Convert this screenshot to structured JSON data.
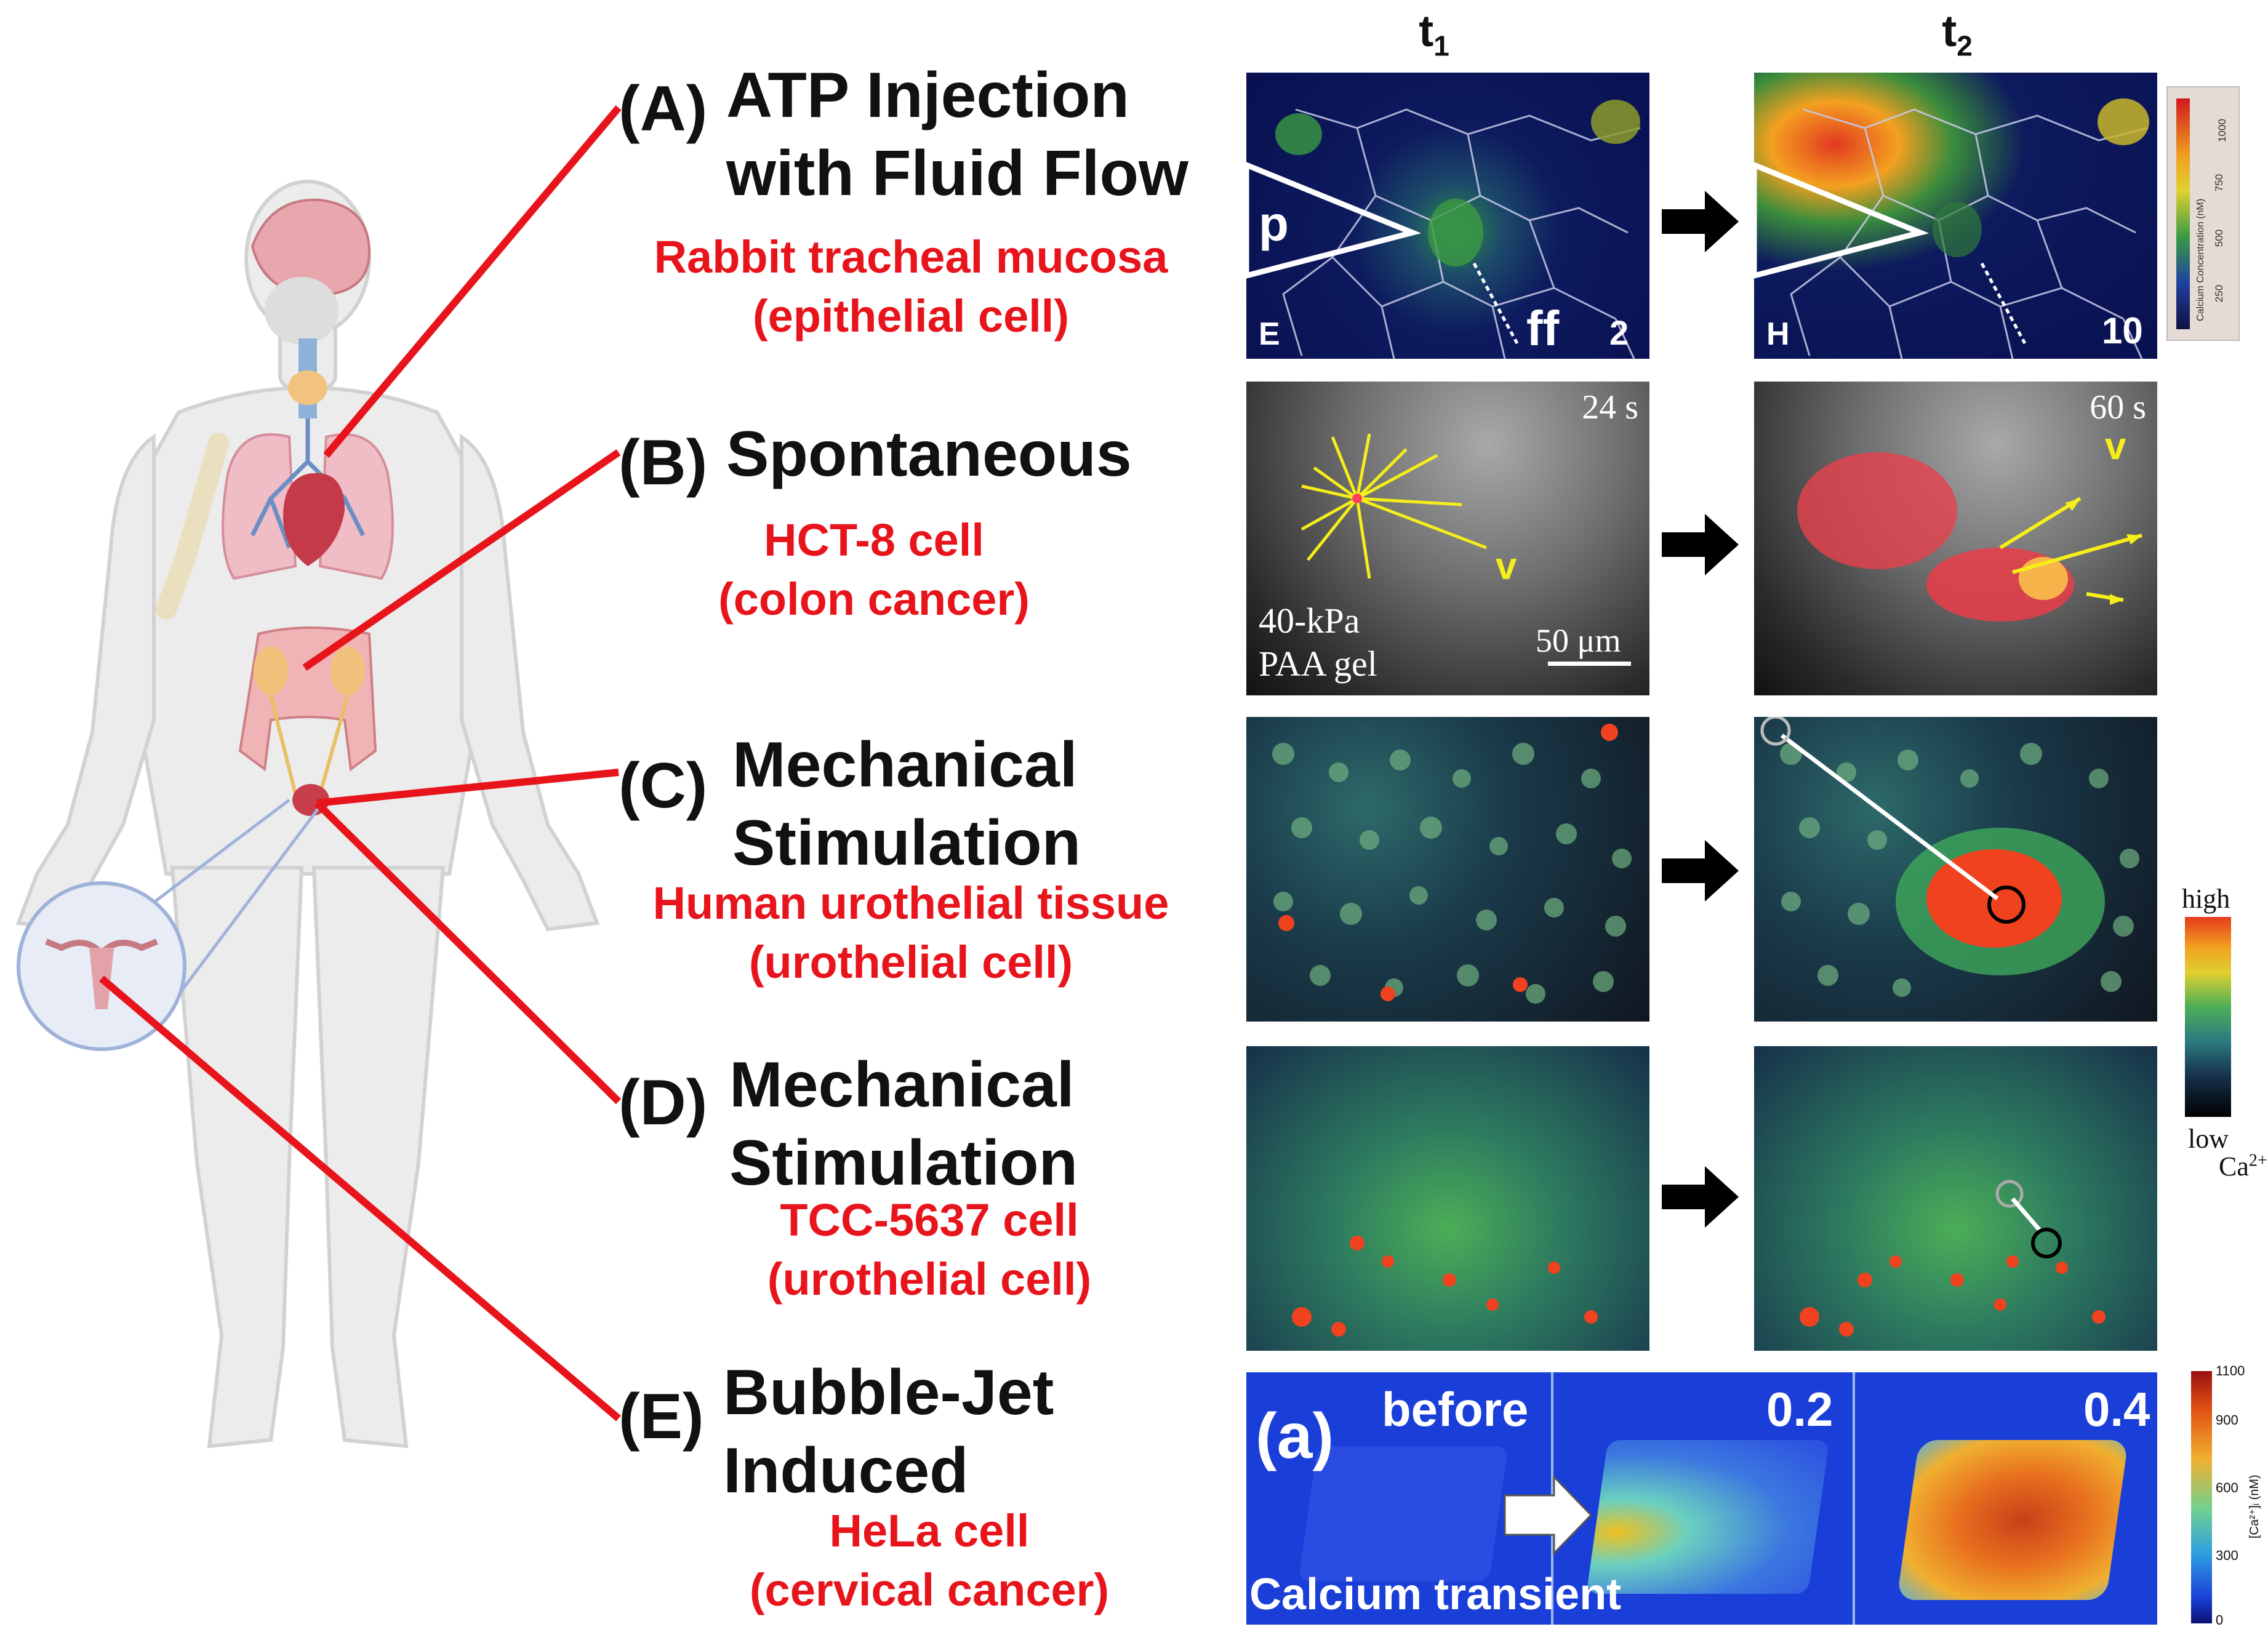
{
  "columns": {
    "t1": "t",
    "t1_sub": "1",
    "t2": "t",
    "t2_sub": "2"
  },
  "rows": [
    {
      "letter": "(A)",
      "title": "ATP Injection with Fluid Flow",
      "title_lines": [
        "ATP Injection",
        "with Fluid Flow"
      ],
      "sub1": "Rabbit tracheal mucosa",
      "sub2": "(epithelial cell)"
    },
    {
      "letter": "(B)",
      "title_lines": [
        "Spontaneous"
      ],
      "sub1": "HCT-8 cell",
      "sub2": "(colon cancer)"
    },
    {
      "letter": "(C)",
      "title_lines": [
        "Mechanical",
        "Stimulation"
      ],
      "sub1": "Human urothelial tissue",
      "sub2": "(urothelial cell)"
    },
    {
      "letter": "(D)",
      "title_lines": [
        "Mechanical",
        "Stimulation"
      ],
      "sub1": "TCC-5637 cell",
      "sub2": "(urothelial cell)"
    },
    {
      "letter": "(E)",
      "title_lines": [
        "Bubble-Jet",
        "Induced"
      ],
      "sub1": "HeLa cell",
      "sub2": "(cervical cancer)"
    }
  ],
  "panel_labels": {
    "a_left": {
      "p": "p",
      "E": "E",
      "ff": "ff",
      "num": "2"
    },
    "a_right": {
      "H": "H",
      "num": "10"
    },
    "a_scale_title": "Calcium Concentration (nM)",
    "a_scale_ticks": [
      "1000",
      "750",
      "500",
      "250"
    ],
    "b_left": {
      "time": "24 s",
      "v": "v",
      "gel1": "40-kPa",
      "gel2": "PAA gel",
      "scale": "50 μm"
    },
    "b_right": {
      "time": "60 s",
      "v": "v"
    },
    "cd_scale": {
      "high": "high",
      "low": "low",
      "unit": "Ca",
      "unit_sup": "2+"
    },
    "e": {
      "label": "(a)",
      "before": "before",
      "t1": "0.2",
      "t2": "0.4",
      "caption": "Calcium transient"
    },
    "e_scale": {
      "ticks": [
        "1100",
        "900",
        "600",
        "300",
        "0"
      ],
      "unit": "[Ca²⁺]ᵢ (nM)"
    }
  },
  "colors": {
    "accent_red": "#e8141c",
    "arrow": "#000000",
    "line": "#e8141c"
  }
}
